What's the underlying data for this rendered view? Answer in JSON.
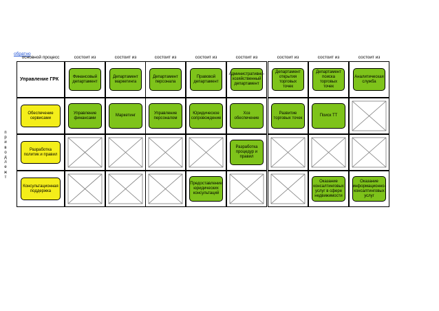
{
  "nav": {
    "back_link": "обратно"
  },
  "header": {
    "first_col": "основной процесс",
    "col_label": "состоит из"
  },
  "management": {
    "label": "Управление ГРК",
    "departments": [
      "Финансовый департамент",
      "Департамент маркетинга",
      "Департамент персонала",
      "Правовой департамент",
      "Административно-хозяйственный департамент",
      "Департамент открытия торговых точек",
      "Департамент поиска торговых точек",
      "Аналитическая служба"
    ]
  },
  "sidebar_vertical_text": "п р и в о д л е ж т",
  "rows": [
    {
      "label": "Обеспечение сервисами",
      "cells": [
        "Управление финансами",
        "Маркетинг",
        "Управление персоналом",
        "Юридическое сопровождение",
        "Хоз обеспечение",
        "Развитие торговых точек",
        "Поиск ТТ",
        null
      ]
    },
    {
      "label": "Разработка политик и правил",
      "cells": [
        null,
        null,
        null,
        null,
        "Разработка процедур и правил",
        null,
        null,
        null
      ]
    },
    {
      "label": "Консультационная поддержка",
      "cells": [
        null,
        null,
        null,
        "Предоставление юридических консультаций",
        null,
        null,
        "Оказание консалтинговых услуг в сфере недвижимости",
        "Оказание информационно-консалтинговых услуг"
      ]
    }
  ],
  "colors": {
    "green": "#7ec31a",
    "yellow": "#f4ee1a",
    "link": "#1a4fd6"
  }
}
